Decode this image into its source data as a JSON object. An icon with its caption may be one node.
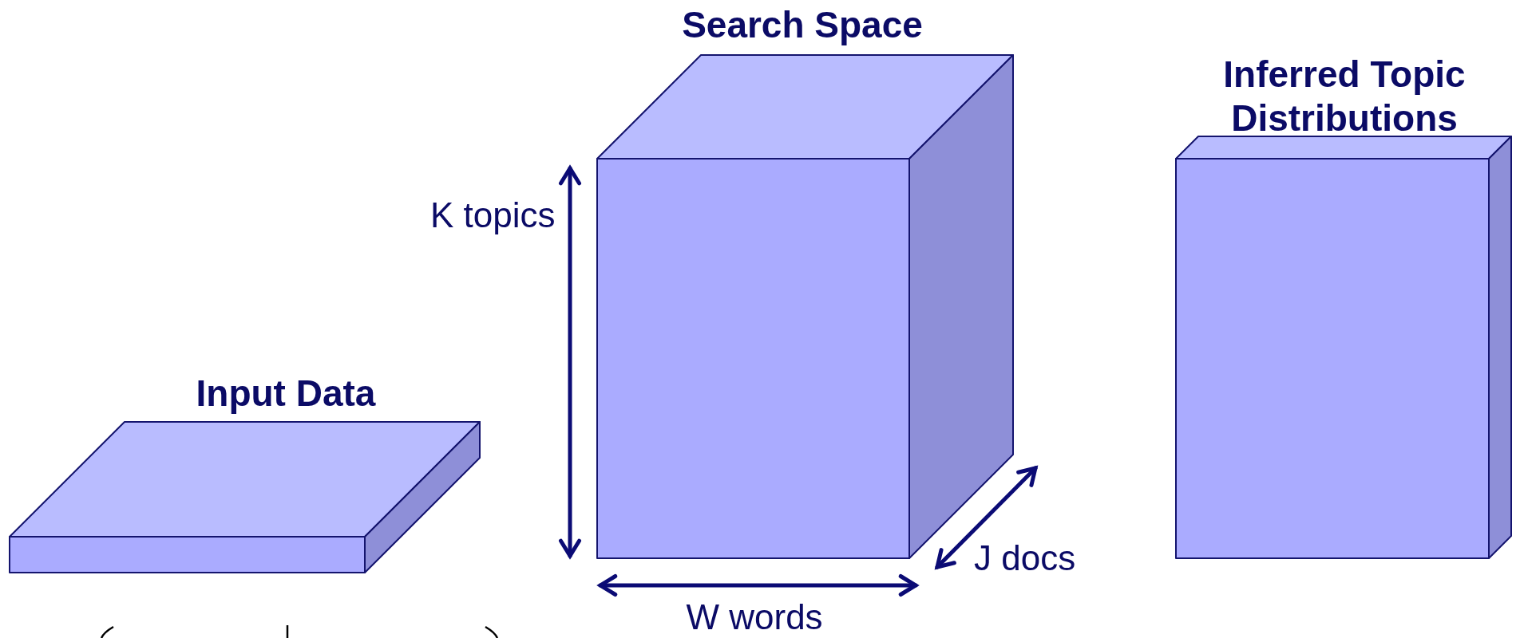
{
  "diagram": {
    "nodes": [
      {
        "text": [
          "Input Data"
        ]
      },
      {
        "text": [
          "Search Space"
        ]
      },
      {
        "text": [
          "Inferred Topic Distributions"
        ]
      }
    ],
    "labels": [
      "K topics",
      "W words",
      "J docs"
    ]
  }
}
